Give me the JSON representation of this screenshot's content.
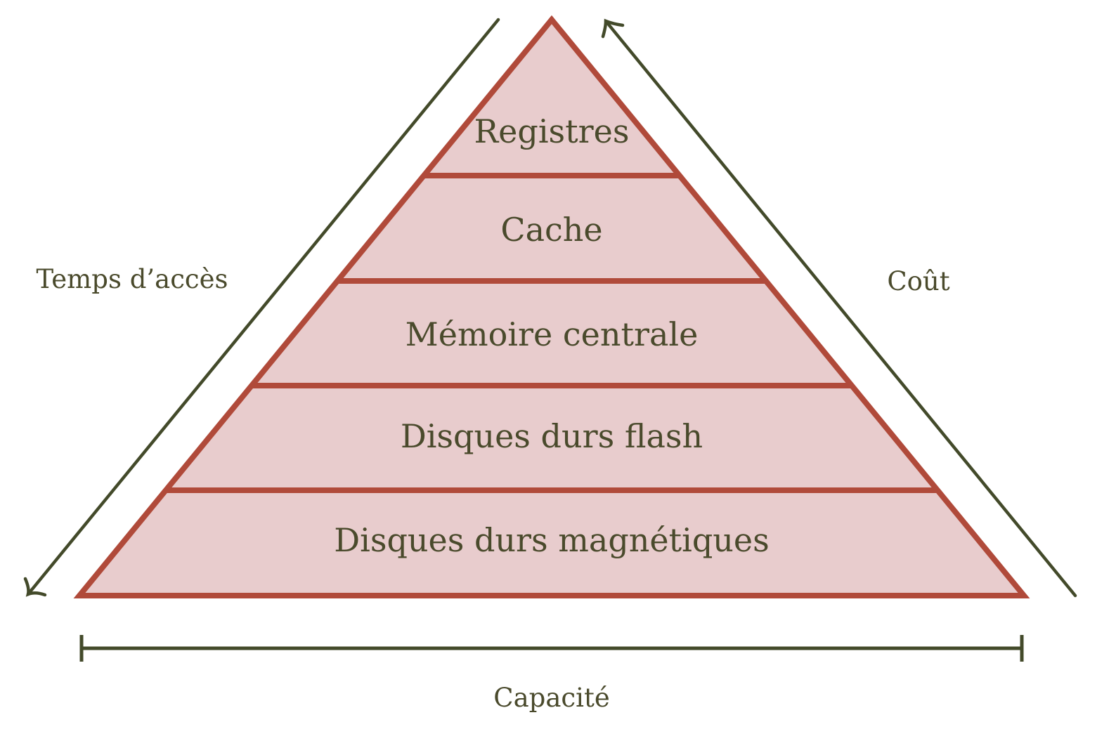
{
  "colors": {
    "pyramid_fill": "#e8cccd",
    "pyramid_stroke": "#b04a3a",
    "text": "#4a4a2c",
    "arrows": "#434a2a"
  },
  "tiers": [
    {
      "label": "Registres"
    },
    {
      "label": "Cache"
    },
    {
      "label": "Mémoire centrale"
    },
    {
      "label": "Disques durs flash"
    },
    {
      "label": "Disques durs magnétiques"
    }
  ],
  "labels": {
    "access_time": "Temps d’accès",
    "cost": "Coût",
    "capacity": "Capacité"
  }
}
